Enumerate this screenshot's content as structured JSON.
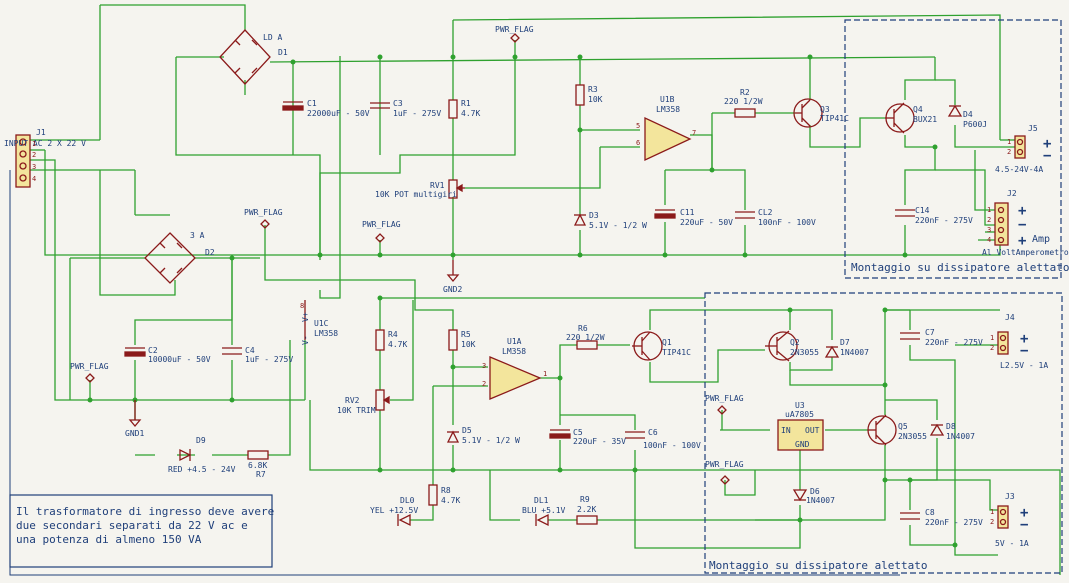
{
  "colors": {
    "background": "#f5f4ef",
    "wire": "#2fa12f",
    "component": "#8b1a1a",
    "label": "#1f3f7a",
    "sheet_border": "#1f3f7a"
  },
  "boxes": {
    "heatsink_top": "Montaggio su dissipatore alettato",
    "heatsink_bottom": "Montaggio su dissipatore alettato",
    "note_line1": "Il trasformatore di ingresso deve avere",
    "note_line2": "due secondari separati da 22 V ac e",
    "note_line3": "una potenza di almeno 150 VA"
  },
  "components": {
    "j1": {
      "ref": "J1",
      "value": "INPUT AC 2 X 22 V",
      "pins": [
        "1",
        "2",
        "3",
        "4"
      ]
    },
    "ld_a": {
      "ref": "LD A",
      "value": "D1"
    },
    "l3_a": {
      "ref": "3 A",
      "value": "D2"
    },
    "c1": {
      "ref": "C1",
      "value": "22000uF - 50V"
    },
    "c3": {
      "ref": "C3",
      "value": "1uF - 275V"
    },
    "r1": {
      "ref": "R1",
      "value": "4.7K"
    },
    "r3": {
      "ref": "R3",
      "value": "10K"
    },
    "rv1": {
      "ref": "RV1",
      "value": "10K POT multigiri"
    },
    "u1b": {
      "ref": "U1B",
      "value": "LM358"
    },
    "r2": {
      "ref": "R2",
      "value": "220 1/2W"
    },
    "q3": {
      "ref": "Q3",
      "value": "TIP41C"
    },
    "q4": {
      "ref": "Q4",
      "value": "BUX21"
    },
    "d4": {
      "ref": "D4",
      "value": "P600J"
    },
    "j5": {
      "ref": "J5",
      "value": "4.5-24V-4A"
    },
    "d3": {
      "ref": "D3",
      "value": "5.1V - 1/2 W"
    },
    "c11": {
      "ref": "C11",
      "value": "220uF - 50V"
    },
    "c12": {
      "ref": "CL2",
      "value": "100nF - 100V"
    },
    "c14": {
      "ref": "C14",
      "value": "220nF - 275V"
    },
    "j2": {
      "ref": "J2",
      "value": "Al VoltAmperometro",
      "amp": "Amp"
    },
    "c2": {
      "ref": "C2",
      "value": "10000uF - 50V"
    },
    "c4": {
      "ref": "C4",
      "value": "1uF - 275V"
    },
    "u1c": {
      "ref": "U1C",
      "value": "LM358"
    },
    "r4": {
      "ref": "R4",
      "value": "4.7K"
    },
    "rv2": {
      "ref": "RV2",
      "value": "10K TRIM"
    },
    "r5": {
      "ref": "R5",
      "value": "10K"
    },
    "u1a": {
      "ref": "U1A",
      "value": "LM358"
    },
    "r6": {
      "ref": "R6",
      "value": "220 1/2W"
    },
    "q1": {
      "ref": "Q1",
      "value": "TIP41C"
    },
    "q2": {
      "ref": "Q2",
      "value": "2N3055"
    },
    "d7": {
      "ref": "D7",
      "value": "1N4007"
    },
    "c7": {
      "ref": "C7",
      "value": "220nF - 275V"
    },
    "j4": {
      "ref": "J4",
      "value": "L2.5V - 1A"
    },
    "d5": {
      "ref": "D5",
      "value": "5.1V - 1/2 W"
    },
    "c5": {
      "ref": "C5",
      "value": "220uF - 35V"
    },
    "c6": {
      "ref": "C6",
      "value": "100nF - 100V"
    },
    "u3": {
      "ref": "U3",
      "value": "uA7805",
      "in": "IN",
      "out": "OUT",
      "gnd": "GND"
    },
    "q5": {
      "ref": "Q5",
      "value": "2N3055"
    },
    "d8": {
      "ref": "D8",
      "value": "1N4007"
    },
    "d6": {
      "ref": "D6",
      "value": "1N4007"
    },
    "c8": {
      "ref": "C8",
      "value": "220nF - 275V"
    },
    "j3": {
      "ref": "J3",
      "value": "5V - 1A"
    },
    "d9": {
      "ref": "D9",
      "value": "RED +4.5 - 24V"
    },
    "r7": {
      "ref": "R7",
      "value": "6.8K"
    },
    "r8": {
      "ref": "R8",
      "value": "4.7K"
    },
    "dl0": {
      "ref": "DL0",
      "value": "YEL +12.5V"
    },
    "dl1": {
      "ref": "DL1",
      "value": "BLU +5.1V"
    },
    "r9": {
      "ref": "R9",
      "value": "2.2K"
    }
  },
  "net_labels": {
    "pwr_flag_top": "PWR_FLAG",
    "pwr_flag_mid": "PWR_FLAG",
    "pwr_flag_left": "PWR_FLAG",
    "pwr_flag_c2": "PWR_FLAG",
    "pwr_flag_u3": "PWR_FLAG",
    "pwr_flag_d6": "PWR_FLAG",
    "gnd2": "GND2",
    "gnd1": "GND1"
  },
  "terminal_signs": {
    "plus": "+",
    "minus": "−"
  },
  "pin_numbers": {
    "p1": "1",
    "p2": "2",
    "p3": "3",
    "p4": "4",
    "p5": "5",
    "p6": "6",
    "p7": "7",
    "p8": "8"
  },
  "u1c_pins": {
    "vplus": "V+",
    "vminus": "V-"
  }
}
